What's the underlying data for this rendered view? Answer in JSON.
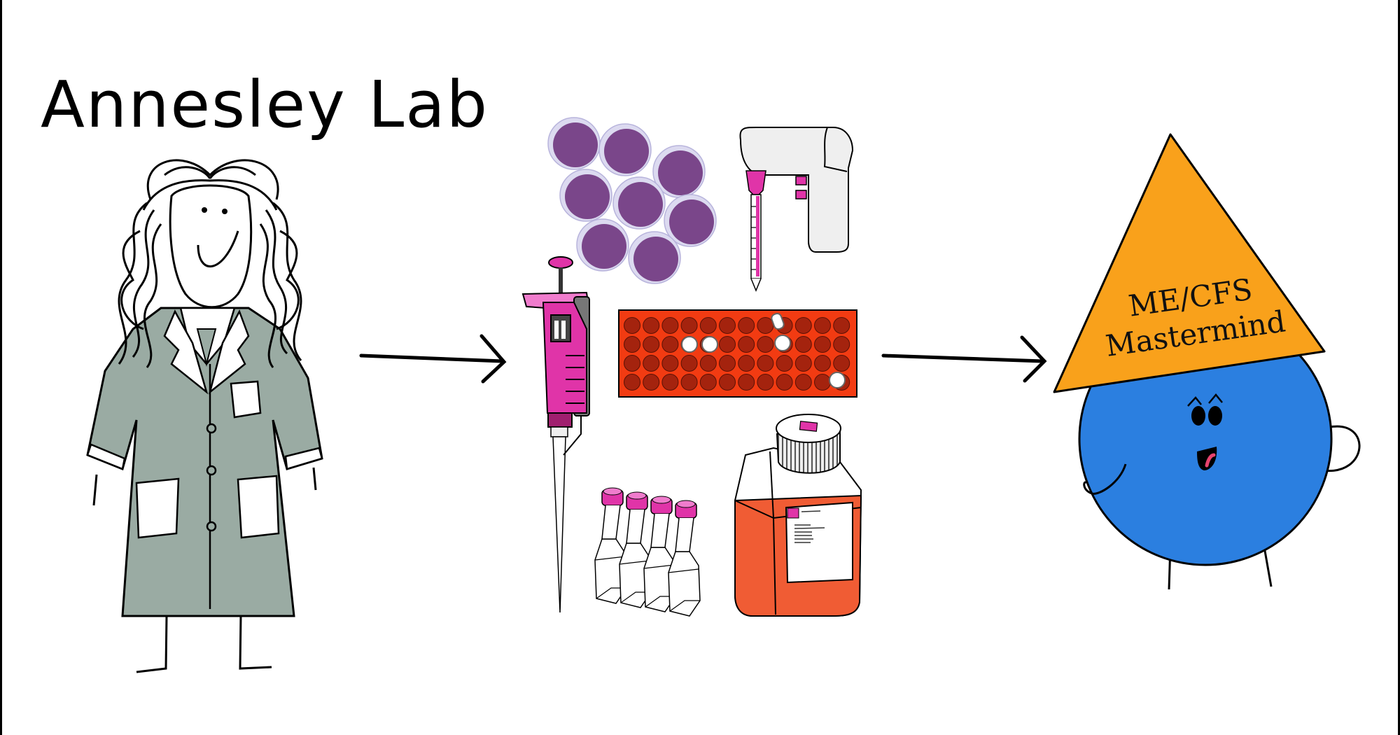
{
  "title": "Annesley Lab",
  "hat_label_line1": "ME/CFS",
  "hat_label_line2": "Mastermind",
  "colors": {
    "lab_coat": "#9aaba3",
    "cells": "#7a468a",
    "cell_membrane": "#dcdaf0",
    "pipette": "#e034a8",
    "well_plate": "#f23b12",
    "wells": "#a4230e",
    "media_bottle": "#f05c34",
    "hat": "#f9a11b",
    "character": "#2b7fe0"
  },
  "diagram": {
    "stages": [
      "Scientist",
      "Lab equipment",
      "ME/CFS Mastermind"
    ],
    "equipment_items": [
      "cells",
      "pipette controller",
      "micropipette",
      "well plate",
      "cell culture flasks",
      "media bottle"
    ],
    "well_plate_rows": 4,
    "well_plate_cols": 12,
    "flask_count": 4
  }
}
